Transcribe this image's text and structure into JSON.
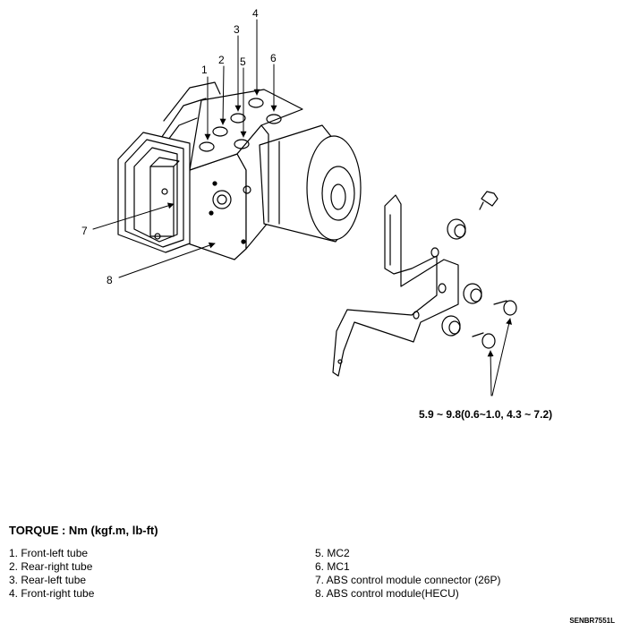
{
  "callouts": {
    "c1": "1",
    "c2": "2",
    "c3": "3",
    "c4": "4",
    "c5": "5",
    "c6": "6",
    "c7": "7",
    "c8": "8"
  },
  "torque_spec": "5.9 ~ 9.8(0.6~1.0, 4.3 ~ 7.2)",
  "torque_heading": "TORQUE : Nm (kgf.m, lb-ft)",
  "legend": {
    "left": [
      "1. Front-left tube",
      "2. Rear-right tube",
      "3. Rear-left tube",
      "4. Front-right tube"
    ],
    "right": [
      "5. MC2",
      "6. MC1",
      "7. ABS control module connector (26P)",
      "8. ABS control module(HECU)"
    ]
  },
  "figure_code": "SENBR7551L"
}
